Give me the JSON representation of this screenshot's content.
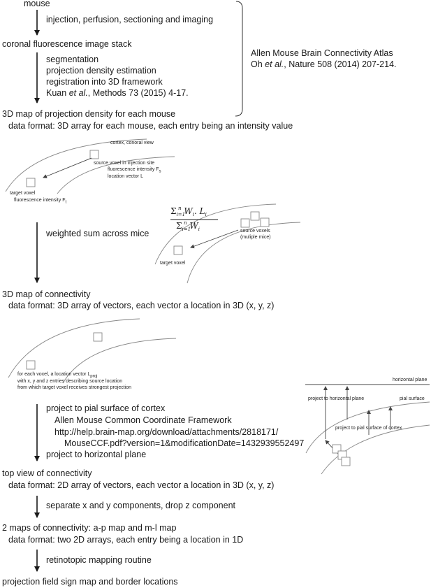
{
  "pipeline": {
    "mouse": "mouse",
    "step1": "injection, perfusion, sectioning and imaging",
    "stack": "coronal fluorescence image stack",
    "step2": [
      "segmentation",
      "projection density estimation",
      "registration into 3D framework"
    ],
    "step2_cite_author": "Kuan",
    "step2_cite_rest": ", Methods 73 (2015) 4-17.",
    "etal": "et al.",
    "density_title": "3D map of projection density for each mouse",
    "density_format": "data format: 3D array for each mouse, each entry being an intensity value",
    "weighted": "weighted sum across mice",
    "conn3d_title": "3D map of connectivity",
    "conn3d_format": "data format: 3D array of vectors, each vector a location in 3D (x, y, z)",
    "project_lines": [
      "project to pial surface of cortex",
      "Allen Mouse Common Coordinate Framework",
      "http://help.brain-map.org/download/attachments/2818171/",
      "MouseCCF.pdf?version=1&modificationDate=1432939552497",
      "project to horizontal plane"
    ],
    "top_title": "top view of connectivity",
    "top_format": "data format: 2D array of vectors, each vector a location in 3D (x, y, z)",
    "separate": "separate x and y components, drop z component",
    "maps_title": "2 maps of connectivity: a-p map and m-l map",
    "maps_format": "data format: two 2D arrays, each entry being a location in 1D",
    "retino": "retinotopic mapping routine",
    "final": "projection field sign map and border locations"
  },
  "citation": {
    "line1": "Allen Mouse Brain Connectivity Atlas",
    "author": "Oh",
    "rest": ", Nature 508 (2014) 207-214."
  },
  "diagram1": {
    "cortex": "cortex, conoral view",
    "source": "source voxel in injection site",
    "fs": "fluorescence intensity F",
    "fs_sub": "s",
    "loc": "location vector L",
    "target": "target voxel",
    "ft": "fluorescence intensity F",
    "ft_sub": "t"
  },
  "diagram2": {
    "formula_num": "Σ",
    "source": "source voxels",
    "source2": "(muliple mice)",
    "target": "target voxel"
  },
  "diagram3": {
    "l1a": "for each voxel, a location vector L",
    "l1sub": "proj",
    "l2": "with x, y and z entries describing source location",
    "l3": "from which target voxel receives strongest projection"
  },
  "diagram4": {
    "horizontal": "horizontal plane",
    "project_h": "project to horizontal plane",
    "pial": "pial surface",
    "project_p": "project to pial surface of cortex"
  }
}
